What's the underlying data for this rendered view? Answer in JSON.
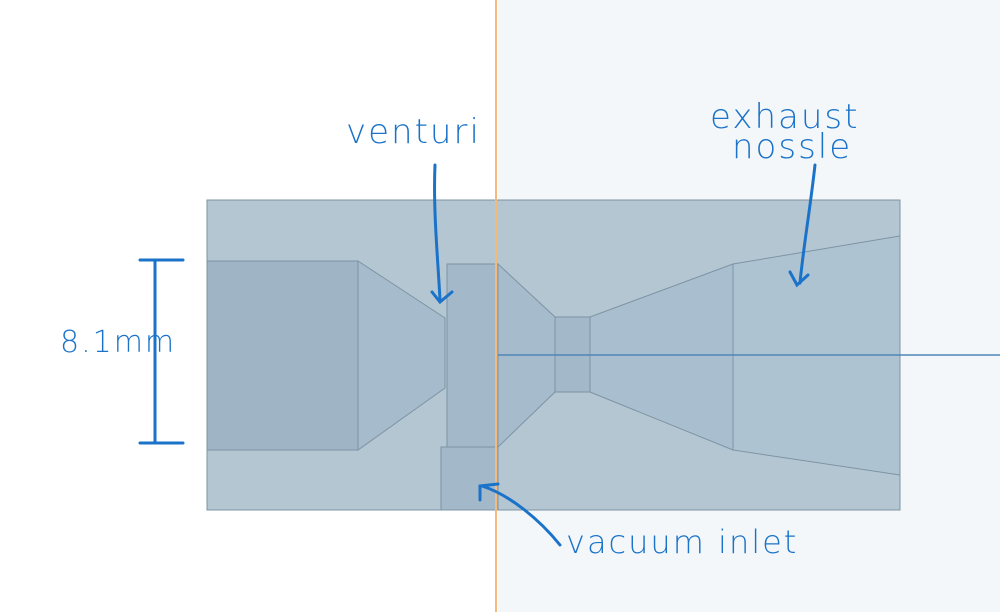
{
  "annotations": {
    "venturi": "venturi",
    "exhaust_line1": "exhaust",
    "exhaust_line2": "nossle",
    "dimension": "8.1mm",
    "vacuum_inlet": "vacuum inlet"
  },
  "colors": {
    "ink": "#1a73c9",
    "body": "#b4c6d2",
    "bore": "#9fb7c8",
    "section_plane": "#f5b97a",
    "right_background": "#f3f7f9"
  }
}
